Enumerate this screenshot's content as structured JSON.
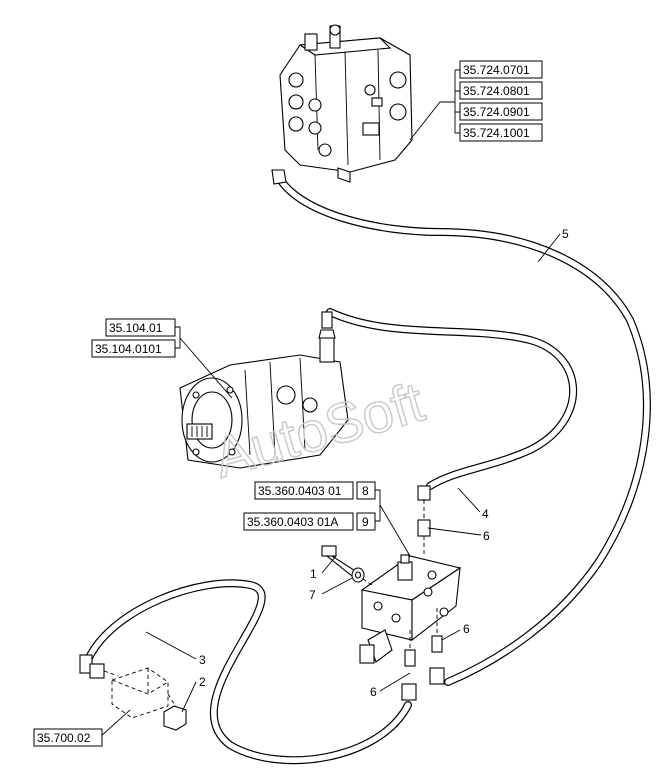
{
  "refs": {
    "valve_1": "35.724.0701",
    "valve_2": "35.724.0801",
    "valve_3": "35.724.0901",
    "valve_4": "35.724.1001",
    "pump_1": "35.104.01",
    "pump_2": "35.104.0101",
    "block_1": "35.360.0403 01",
    "block_1_item": "8",
    "block_2": "35.360.0403 01A",
    "block_2_item": "9",
    "bracket": "35.700.02"
  },
  "callouts": {
    "c1": "1",
    "c2": "2",
    "c3": "3",
    "c4": "4",
    "c5": "5",
    "c6a": "6",
    "c6b": "6",
    "c6c": "6",
    "c7": "7"
  },
  "watermark": "AutoSoft"
}
